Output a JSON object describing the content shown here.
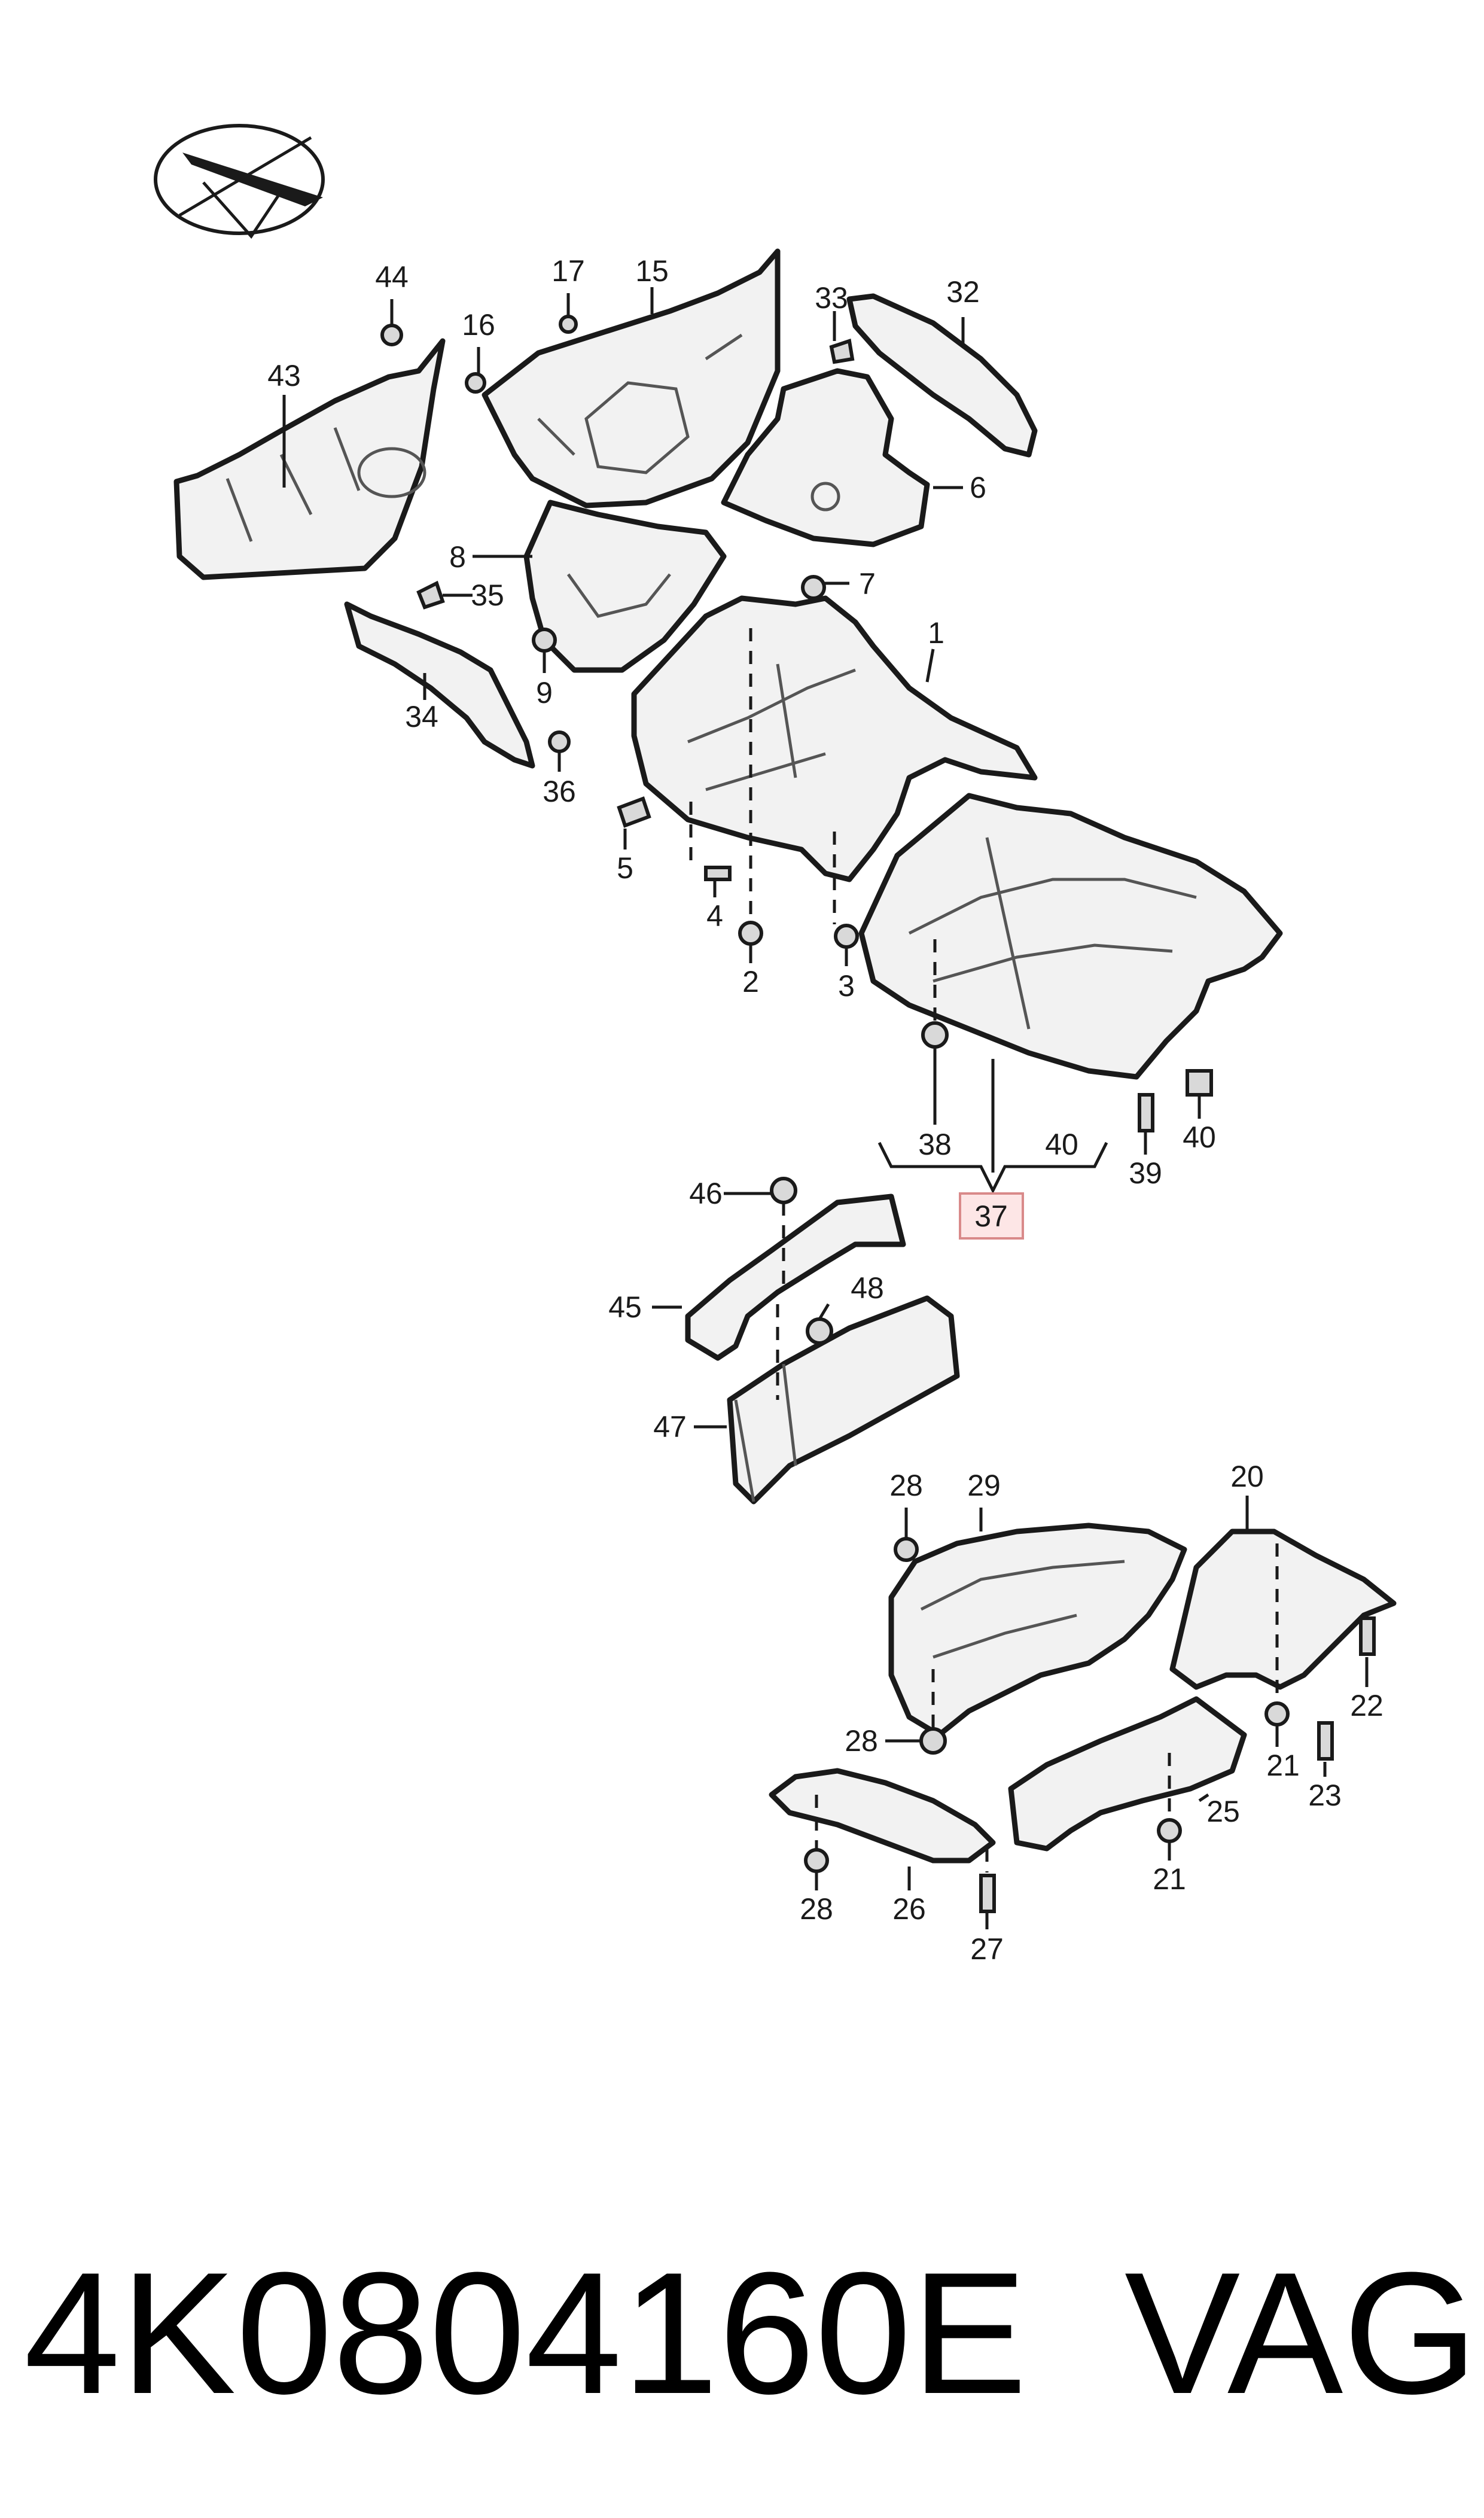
{
  "callouts": {
    "c1": "1",
    "c2": "2",
    "c3": "3",
    "c4": "4",
    "c5": "5",
    "c6": "6",
    "c7": "7",
    "c8": "8",
    "c9": "9",
    "c15": "15",
    "c16": "16",
    "c17": "17",
    "c20": "20",
    "c21a": "21",
    "c21b": "21",
    "c22": "22",
    "c23": "23",
    "c25": "25",
    "c26": "26",
    "c27": "27",
    "c28a": "28",
    "c28b": "28",
    "c28c": "28",
    "c29": "29",
    "c32": "32",
    "c33": "33",
    "c34": "34",
    "c35": "35",
    "c36": "36",
    "c37": "37",
    "c38": "38",
    "c39": "39",
    "c40a": "40",
    "c40b": "40",
    "c43": "43",
    "c44": "44",
    "c45": "45",
    "c46": "46",
    "c47": "47",
    "c48": "48"
  },
  "highlighted_callout": "37",
  "footer": {
    "part_number": "4K0804160E",
    "brand": "VAG"
  },
  "colors": {
    "highlight_fill": "#fde6e6",
    "highlight_stroke": "#d98a8a"
  },
  "icons": {
    "orientation_symbol": "vehicle-direction-icon"
  }
}
